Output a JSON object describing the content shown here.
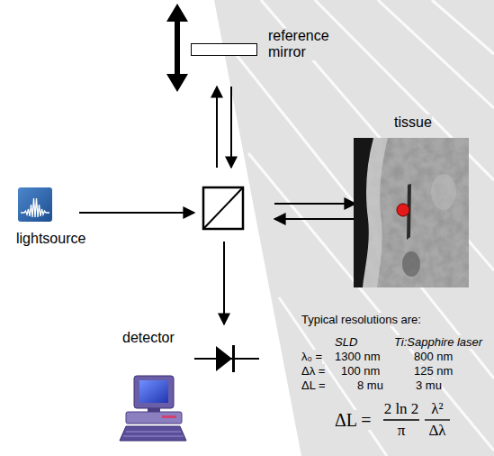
{
  "diagram": {
    "nodes": [
      {
        "text": [
          "reference mirror"
        ]
      },
      {
        "text": [
          "lightsource"
        ]
      },
      {
        "text": [
          "tissue"
        ]
      },
      {
        "text": [
          "detector"
        ]
      }
    ],
    "labels": [
      "Typical resolutions are:",
      "SLD",
      "Ti:Sapphire laser",
      "λ₀ =",
      "1300 nm",
      "800 nm",
      "Δλ =",
      "100 nm",
      "125 nm",
      "ΔL =",
      "8 mu",
      "3 mu",
      "ΔL =",
      "2 ln 2",
      "π",
      "λ²",
      "Δλ"
    ]
  }
}
